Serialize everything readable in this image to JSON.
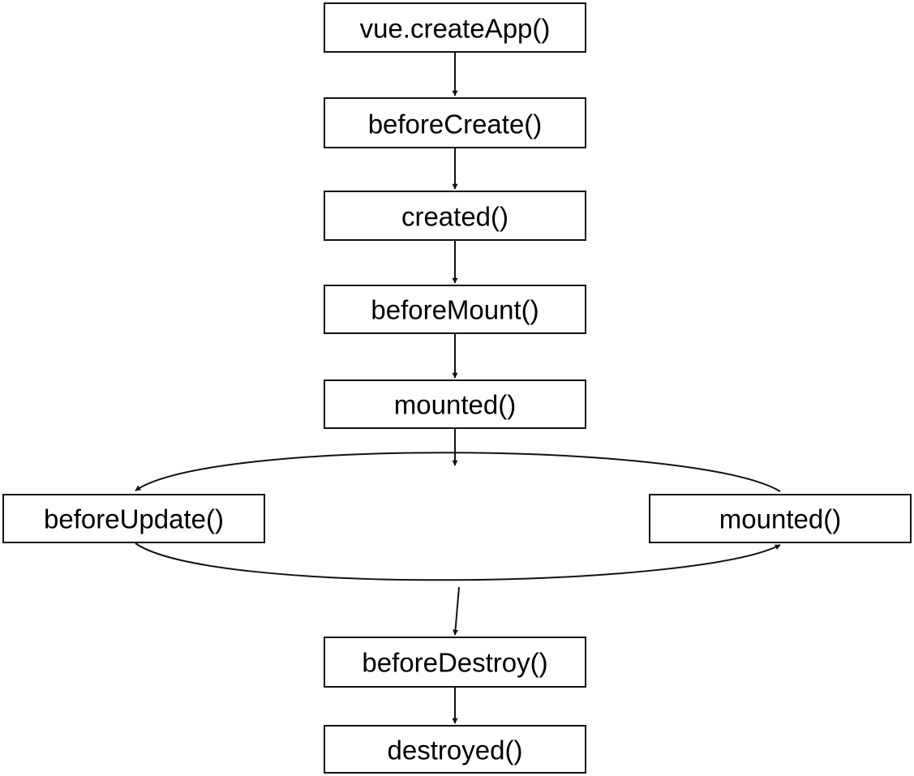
{
  "diagram": {
    "nodes": {
      "create_app": "vue.createApp()",
      "before_create": "beforeCreate()",
      "created": "created()",
      "before_mount": "beforeMount()",
      "mounted": "mounted()",
      "before_update": "beforeUpdate()",
      "updated": "mounted()",
      "before_destroy": "beforeDestroy()",
      "destroyed": "destroyed()"
    },
    "edges": [
      {
        "from": "create_app",
        "to": "before_create"
      },
      {
        "from": "before_create",
        "to": "created"
      },
      {
        "from": "created",
        "to": "before_mount"
      },
      {
        "from": "before_mount",
        "to": "mounted"
      },
      {
        "from": "mounted",
        "to": "before_update"
      },
      {
        "from": "before_update",
        "to": "updated"
      },
      {
        "from": "updated",
        "to": "before_update"
      },
      {
        "from": "before_update",
        "to": "before_destroy"
      },
      {
        "from": "before_destroy",
        "to": "destroyed"
      }
    ],
    "colors": {
      "stroke": "#111111",
      "background": "#ffffff",
      "text": "#000000"
    }
  }
}
